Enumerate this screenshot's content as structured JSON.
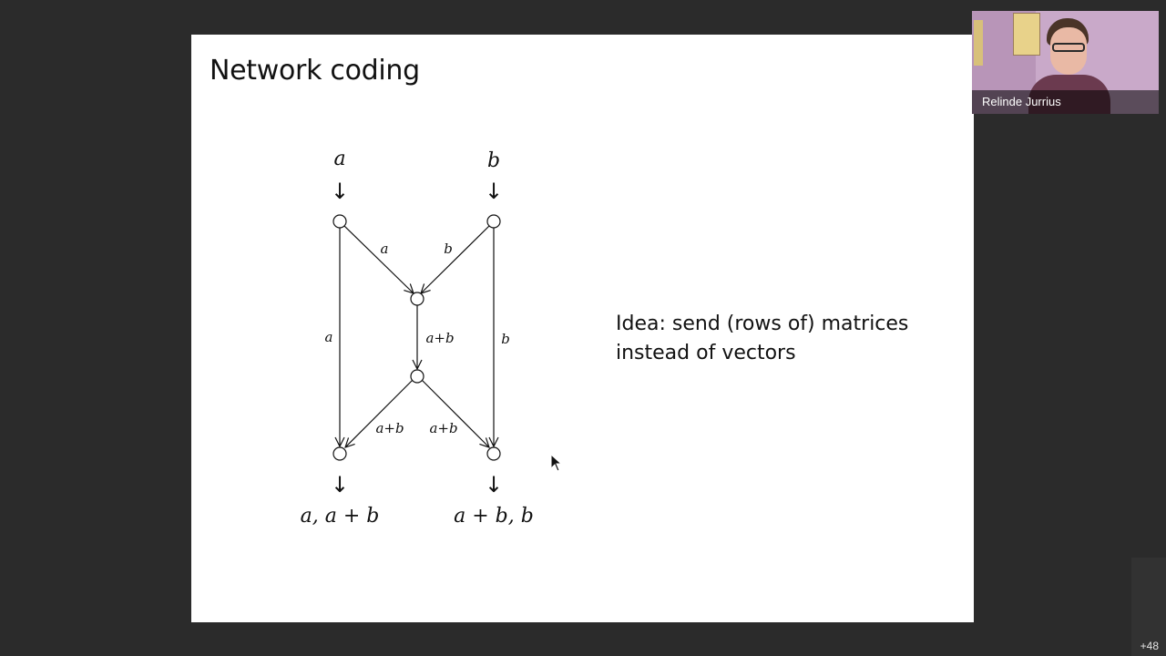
{
  "slide": {
    "title": "Network coding",
    "idea_line1": "Idea: send (rows of) matrices",
    "idea_line2": "instead of vectors"
  },
  "diagram": {
    "input_left": "a",
    "input_right": "b",
    "edge_left_diag": "a",
    "edge_right_diag": "b",
    "edge_left_vertical": "a",
    "edge_middle": "a+b",
    "edge_right_vertical": "b",
    "edge_bottom_left": "a+b",
    "edge_bottom_right": "a+b",
    "output_left": "a, a + b",
    "output_right": "a + b, b",
    "arrow_glyph": "↓"
  },
  "video": {
    "participant_name": "Relinde Jurrius"
  },
  "participants": {
    "more_count": "+48"
  }
}
